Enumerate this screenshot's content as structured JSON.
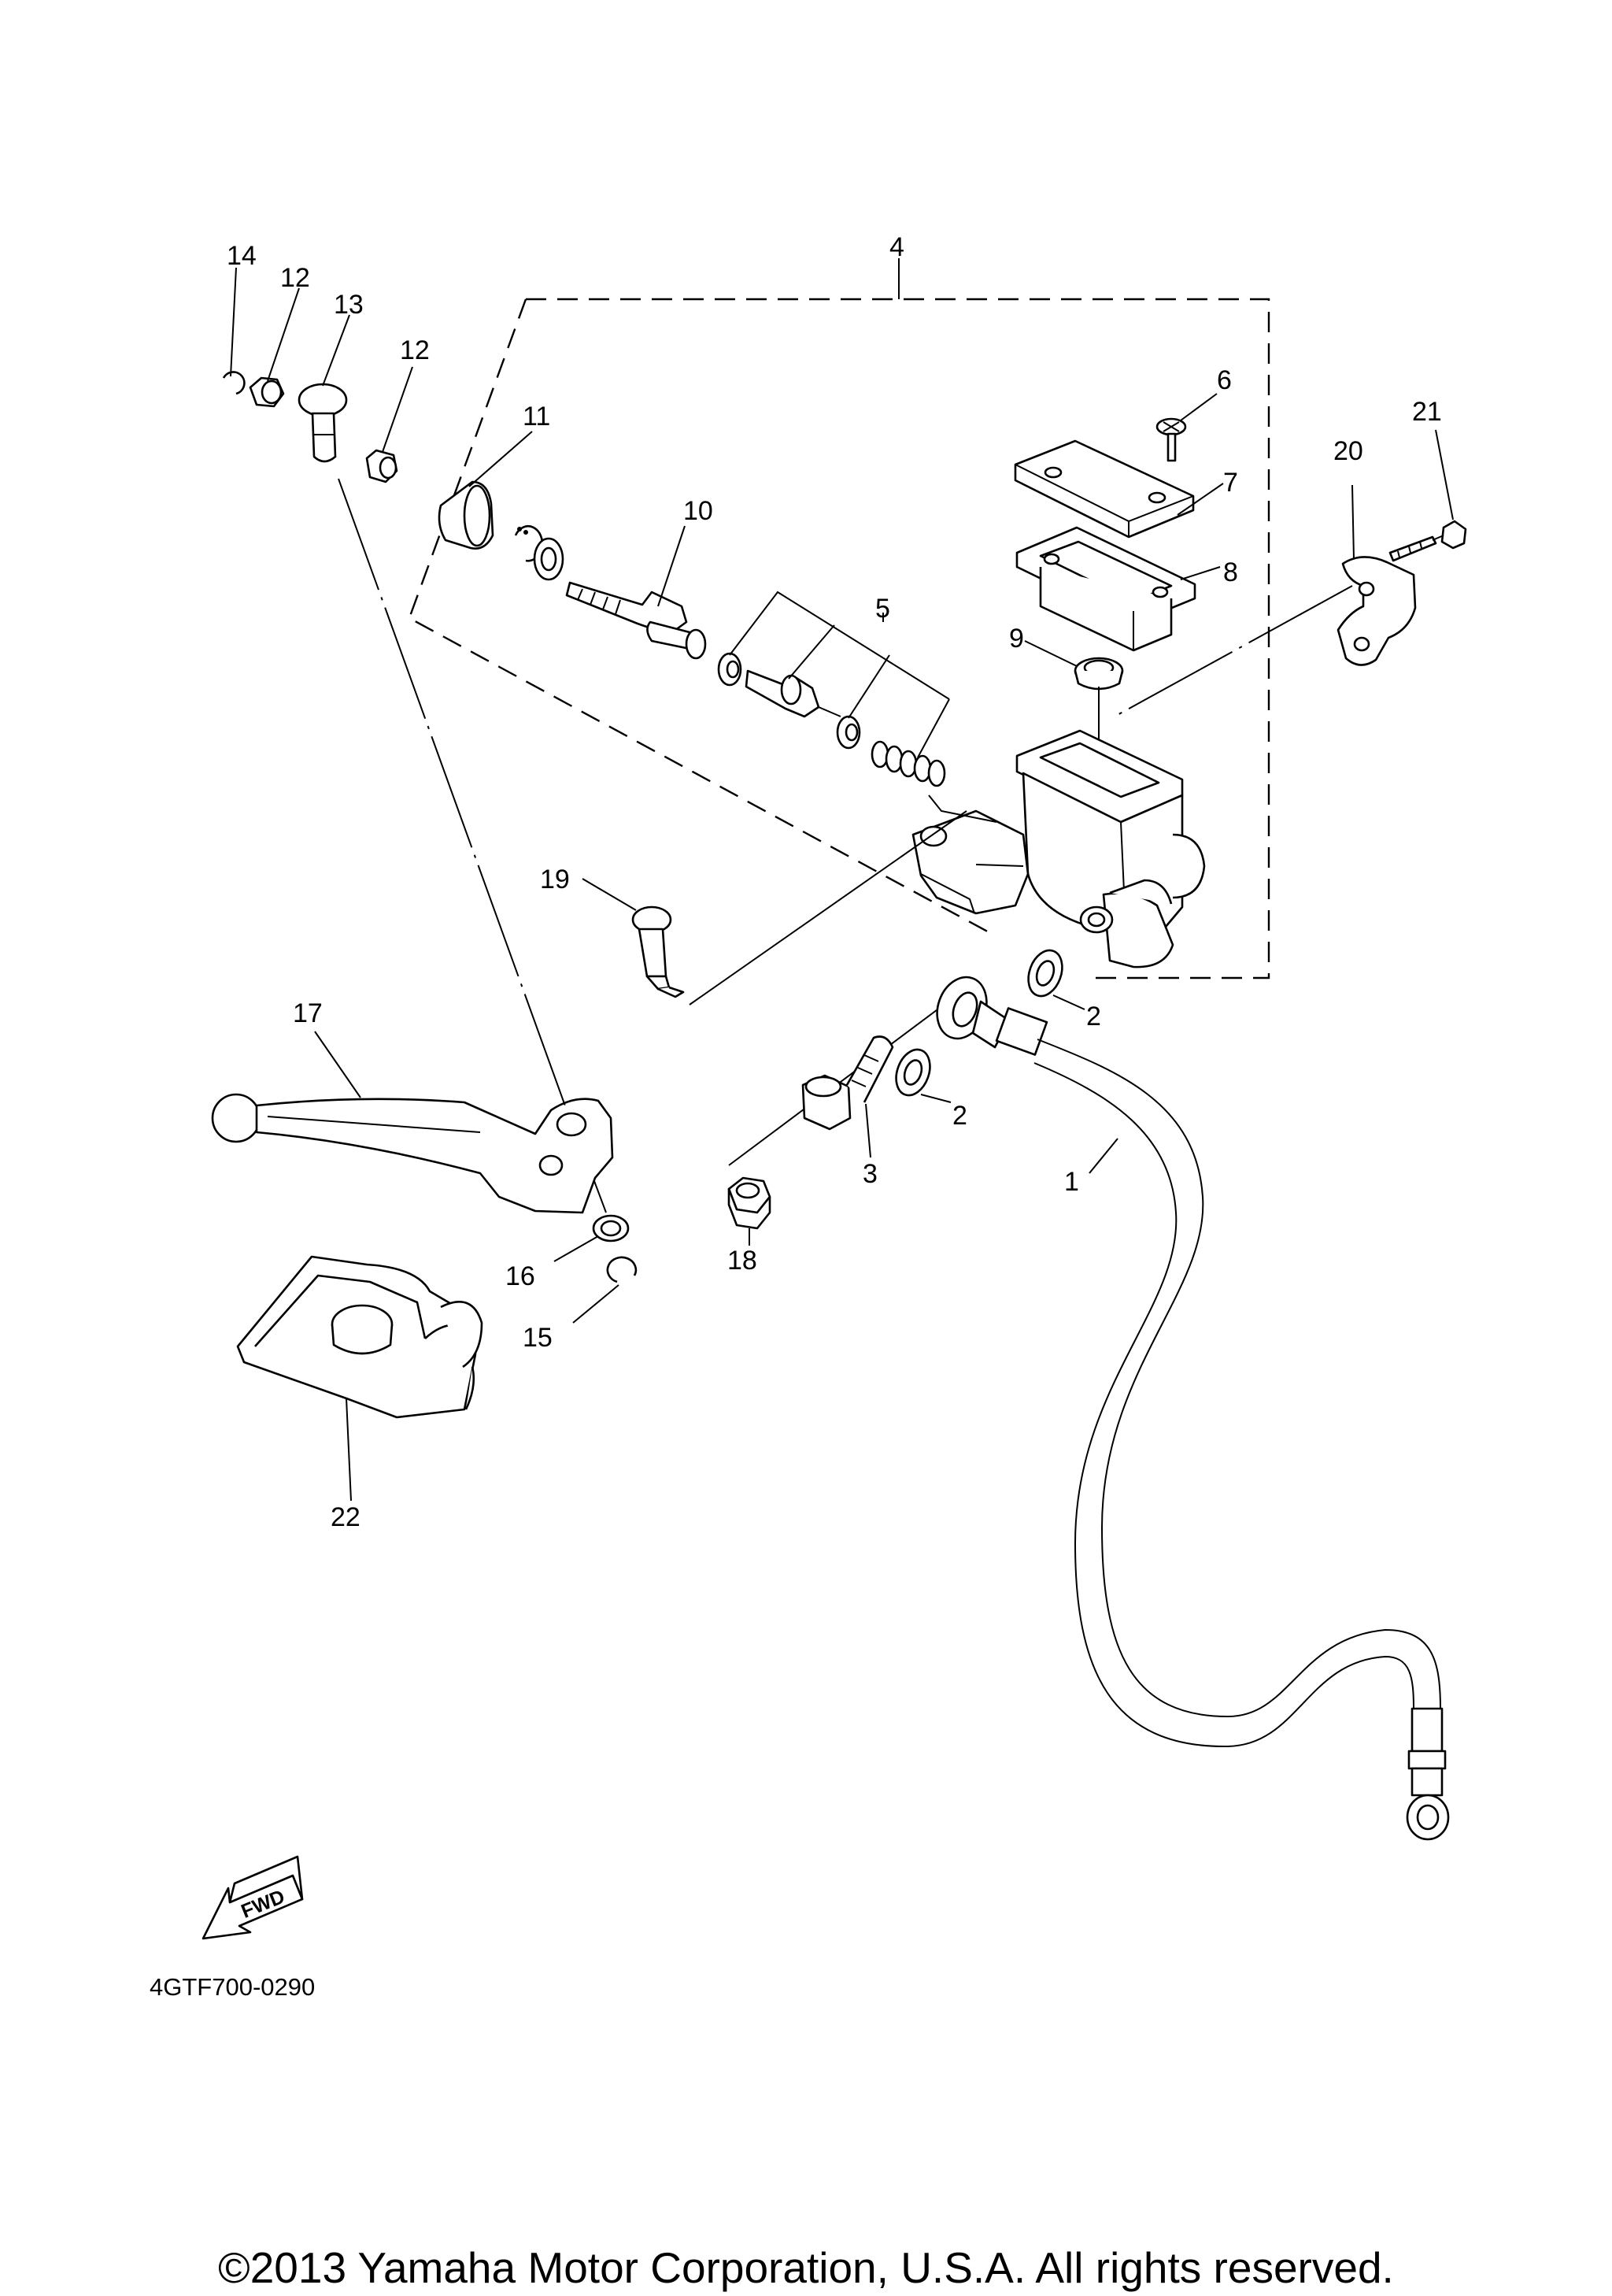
{
  "callouts": {
    "c1": "1",
    "c2a": "2",
    "c2b": "2",
    "c3": "3",
    "c4": "4",
    "c5": "5",
    "c6": "6",
    "c7": "7",
    "c8": "8",
    "c9": "9",
    "c10": "10",
    "c11": "11",
    "c12a": "12",
    "c12b": "12",
    "c13": "13",
    "c14": "14",
    "c15": "15",
    "c16": "16",
    "c17": "17",
    "c18": "18",
    "c19": "19",
    "c20": "20",
    "c21": "21",
    "c22": "22"
  },
  "direction_label": "FWD",
  "diagram_code": "4GTF700-0290",
  "copyright": "©2013 Yamaha Motor Corporation, U.S.A. All rights reserved."
}
